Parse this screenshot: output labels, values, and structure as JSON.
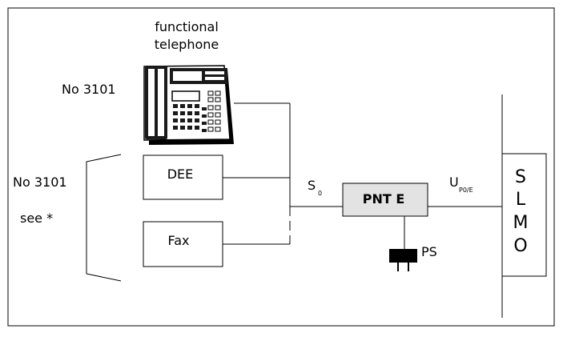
{
  "phone": {
    "label_line1": "functional",
    "label_line2": "telephone",
    "number": "No 3101"
  },
  "group": {
    "number": "No 3101",
    "note": "see *"
  },
  "terminals": {
    "dee": "DEE",
    "fax": "Fax"
  },
  "bus": {
    "label": "S",
    "subscript": "0"
  },
  "pnt": {
    "label": "PNT E"
  },
  "uplink": {
    "label": "U",
    "subscript": "P0/E"
  },
  "power_supply": {
    "label": "PS"
  },
  "slmo": {
    "letters": [
      "S",
      "L",
      "M",
      "O"
    ]
  },
  "colors": {
    "line": "#000000",
    "pnt_fill": "#e3e3e3",
    "phone_body": "#1a1a1a"
  }
}
